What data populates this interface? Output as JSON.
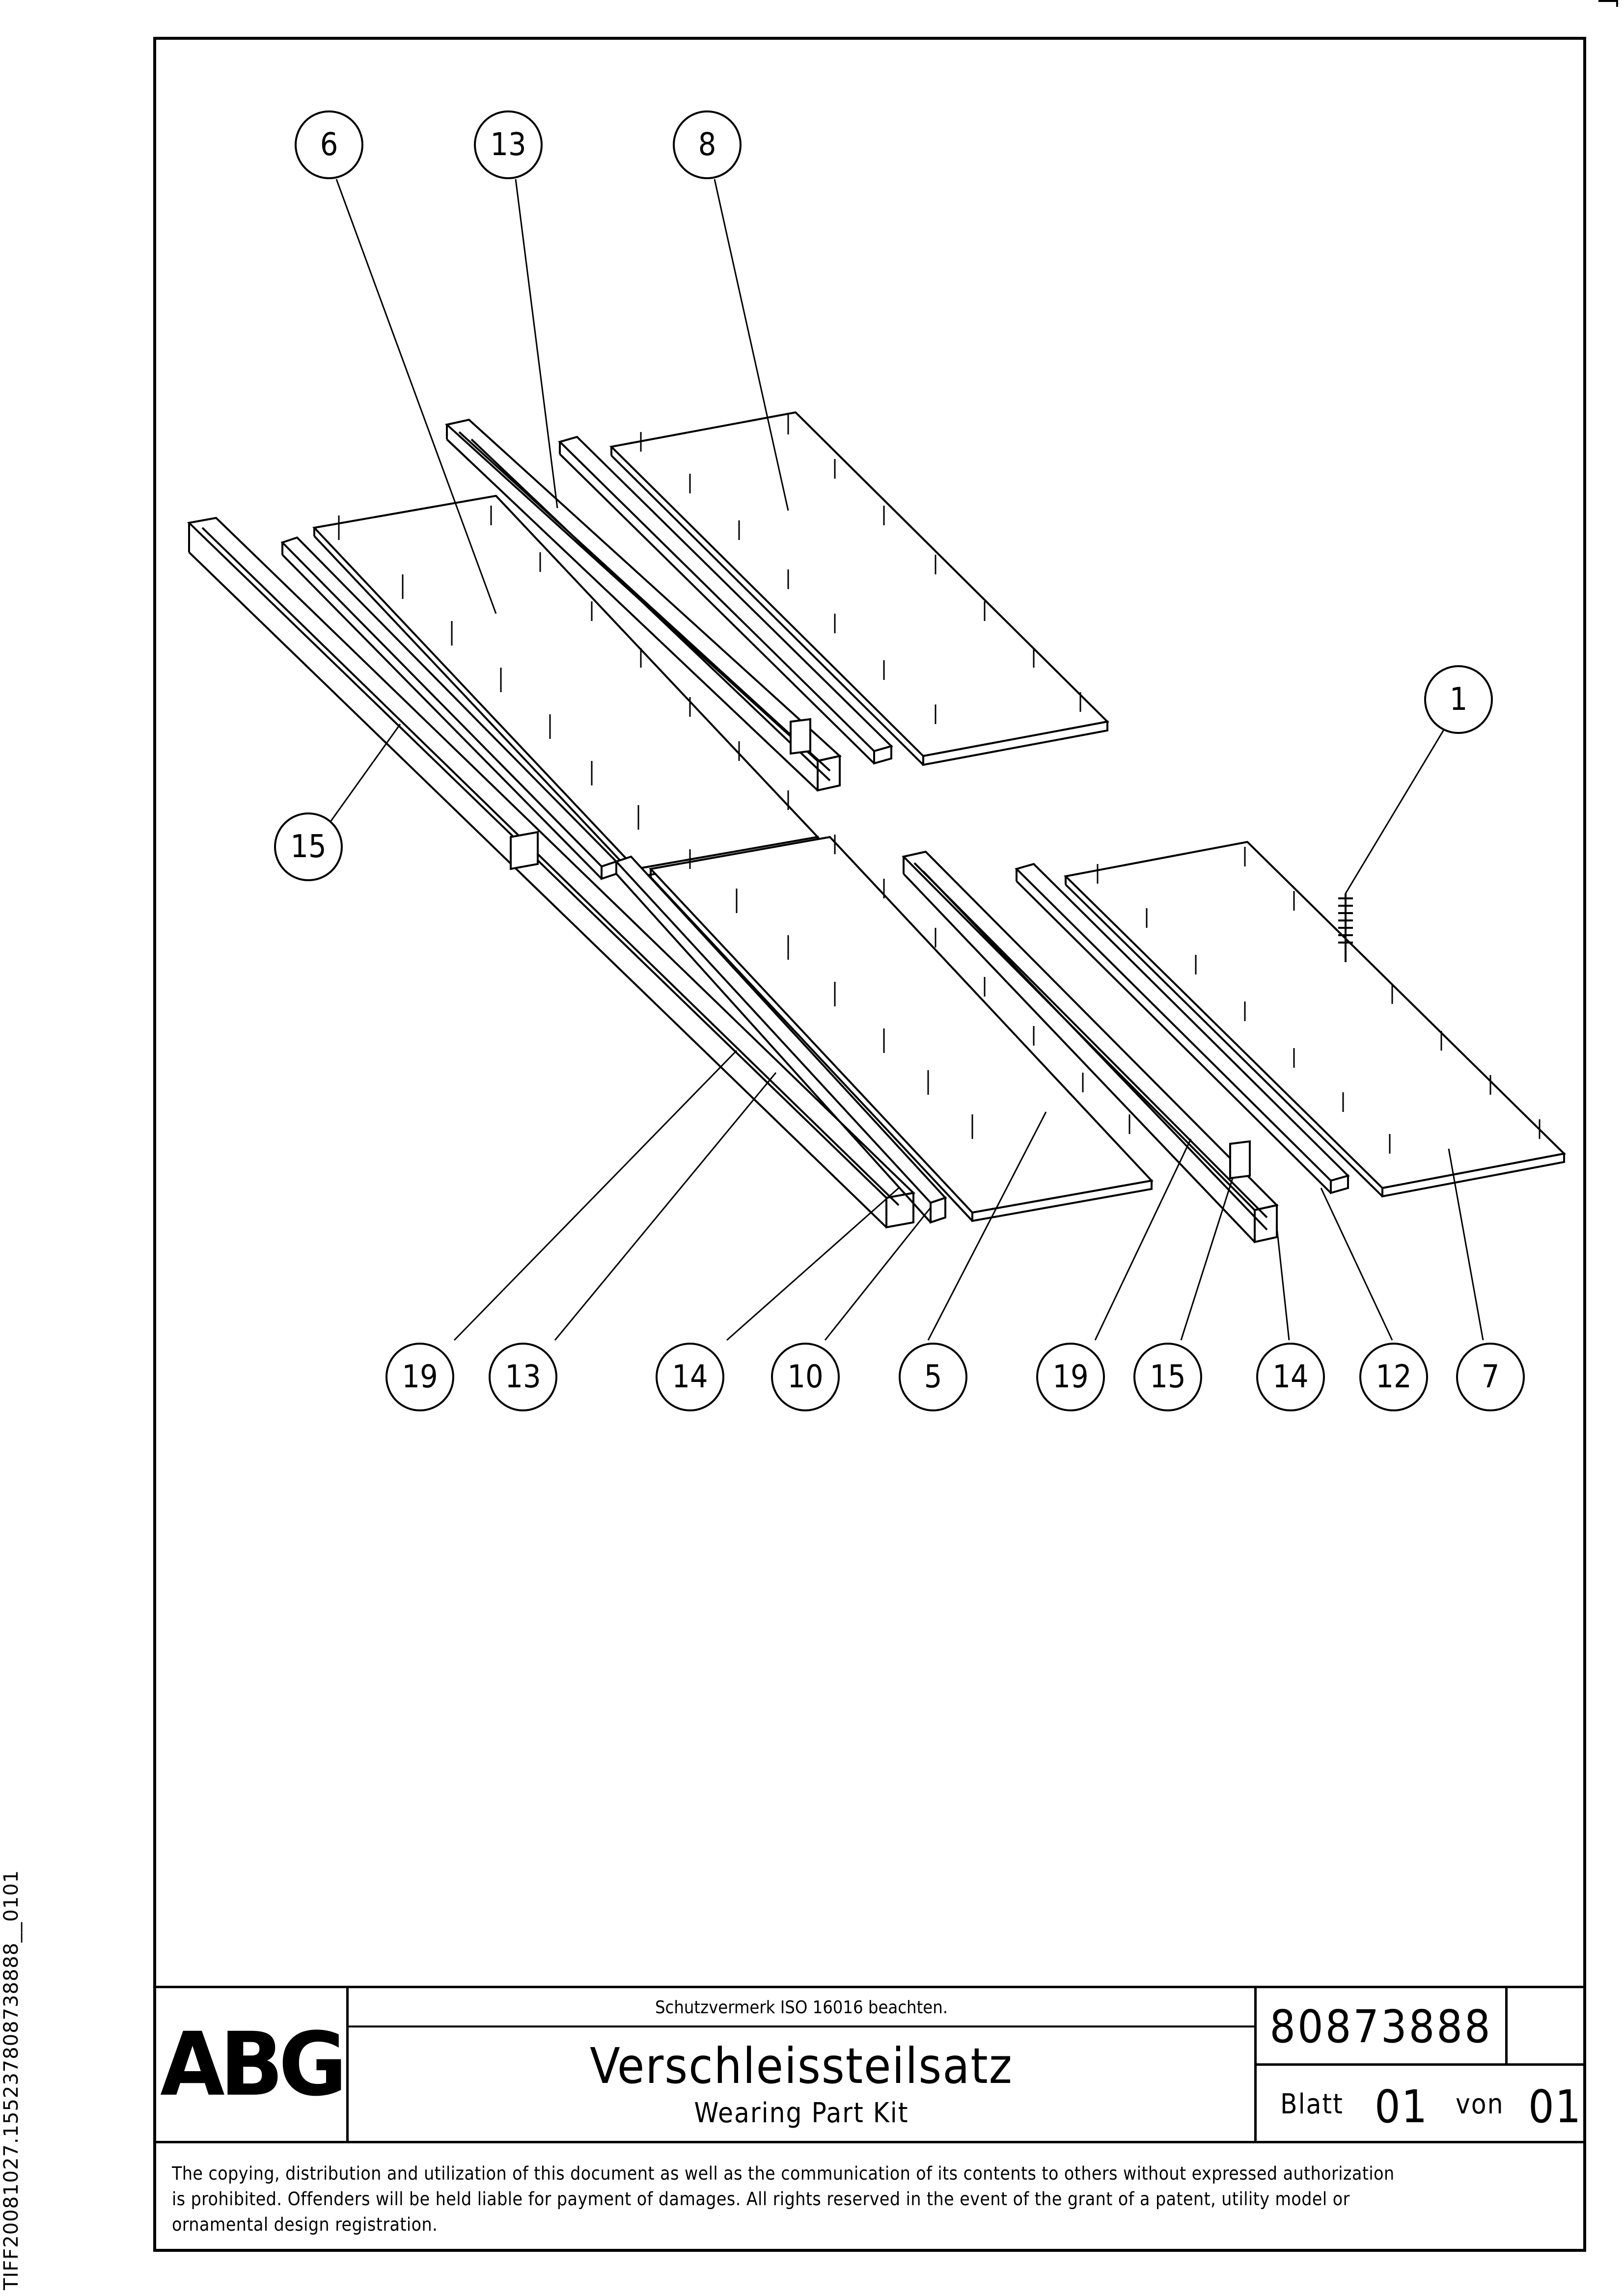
{
  "document": {
    "side_id": "TIFF20081027.155237808738888__0101"
  },
  "callouts": {
    "top": [
      "6",
      "13",
      "8"
    ],
    "right": [
      "1"
    ],
    "left": [
      "15"
    ],
    "bottom": [
      "19",
      "13",
      "14",
      "10",
      "5",
      "19",
      "15",
      "14",
      "12",
      "7"
    ]
  },
  "title_block": {
    "logo": "ABG",
    "protection_note": "Schutzvermerk ISO 16016 beachten.",
    "title_de": "Verschleissteilsatz",
    "title_en": "Wearing Part Kit",
    "drawing_number": "80873888",
    "sheet_label": "Blatt",
    "sheet_number": "01",
    "of_label": "von",
    "sheet_total": "01"
  },
  "notice": {
    "line1": "The copying, distribution and utilization of this document as well as the communication of its contents to others without expressed authorization",
    "line2": "is prohibited. Offenders will be held liable for payment of damages. All rights reserved in the event of the grant of a patent, utility model or",
    "line3": "ornamental design registration."
  }
}
